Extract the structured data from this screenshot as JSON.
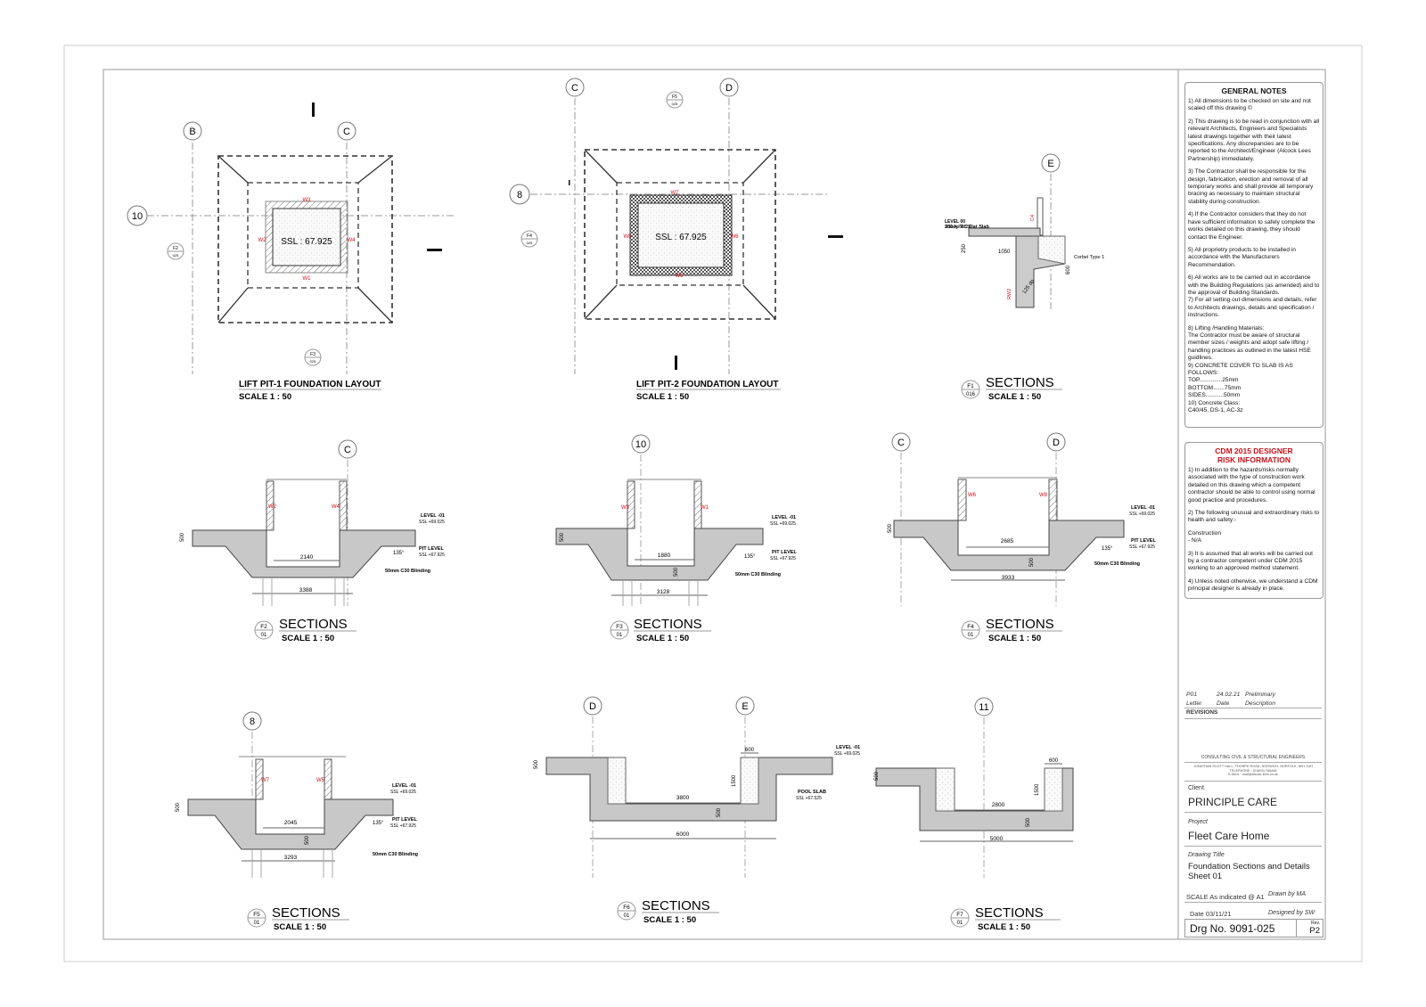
{
  "plans": {
    "pit1": {
      "title": "LIFT PIT-1 FOUNDATION LAYOUT",
      "scale": "SCALE  1 : 50",
      "ssl": "SSL : 67.925",
      "grid": {
        "b": "B",
        "c": "C",
        "row": "10"
      },
      "tags": {
        "top": "W3",
        "bottom": "W1",
        "left": "W2",
        "right": "W4"
      },
      "callouts": [
        {
          "id": "F2",
          "sheet": "025"
        },
        {
          "id": "F3",
          "sheet": "025"
        }
      ]
    },
    "pit2": {
      "title": "LIFT PIT-2 FOUNDATION LAYOUT",
      "scale": "SCALE  1 : 50",
      "ssl": "SSL : 67.925",
      "grid": {
        "c": "C",
        "d": "D",
        "row": "8"
      },
      "tags": {
        "top": "W7",
        "bottom": "W5",
        "left": "W8",
        "right": "W6"
      },
      "callouts": [
        {
          "id": "F5",
          "sheet": "025"
        },
        {
          "id": "F4",
          "sheet": "025"
        }
      ]
    }
  },
  "sections": {
    "f1": {
      "tag": "F1",
      "sheet": "016",
      "title": "SECTIONS",
      "scale": "SCALE  1 : 50",
      "grid": "E",
      "labels": [
        "200dp RC Flat Slab",
        "LEVEL 00",
        "SSL = 72.550",
        "250",
        "1050",
        "600",
        "Corbel Type 1",
        "RW2",
        "C4",
        "125 dp"
      ]
    },
    "f2": {
      "tag": "F2",
      "sheet": "01",
      "title": "SECTIONS",
      "scale": "SCALE  1 : 50",
      "grid": "C",
      "walls": [
        "W2",
        "W4"
      ],
      "level": "LEVEL -01",
      "level_ssl": "SSL +69.025",
      "pit": "PIT LEVEL",
      "pit_ssl": "SSL +67.925",
      "inner": "2140",
      "outer": "3388",
      "thk": "500",
      "angle": "135°",
      "blinding": "50mm C30 Blinding"
    },
    "f3": {
      "tag": "F3",
      "sheet": "01",
      "title": "SECTIONS",
      "scale": "SCALE  1 : 50",
      "grid": "10",
      "walls": [
        "W3",
        "W1"
      ],
      "level": "LEVEL -01",
      "level_ssl": "SSL +69.025",
      "pit": "PIT LEVEL",
      "pit_ssl": "SSL +67.925",
      "inner": "1880",
      "outer": "3128",
      "thk": "500",
      "angle": "135°",
      "blinding": "50mm C30 Blinding"
    },
    "f4": {
      "tag": "F4",
      "sheet": "01",
      "title": "SECTIONS",
      "scale": "SCALE  1 : 50",
      "grid1": "C",
      "grid2": "D",
      "walls": [
        "W6",
        "W8"
      ],
      "level": "LEVEL -01",
      "level_ssl": "SSL +69.025",
      "pit": "PIT LEVEL",
      "pit_ssl": "SSL +67.925",
      "inner": "2685",
      "outer": "3933",
      "thk": "500",
      "angle": "135°",
      "blinding": "50mm C30 Blinding"
    },
    "f5": {
      "tag": "F5",
      "sheet": "01",
      "title": "SECTIONS",
      "scale": "SCALE  1 : 50",
      "grid": "8",
      "walls": [
        "W7",
        "W5"
      ],
      "level": "LEVEL -01",
      "level_ssl": "SSL +69.025",
      "pit": "PIT LEVEL",
      "pit_ssl": "SSL +67.925",
      "inner": "2045",
      "outer": "3293",
      "thk": "500",
      "angle": "135°",
      "blinding": "50mm C30 Blinding"
    },
    "f6": {
      "tag": "F6",
      "sheet": "01",
      "title": "SECTIONS",
      "scale": "SCALE  1 : 50",
      "grid1": "D",
      "grid2": "E",
      "level": "LEVEL -01",
      "level_ssl": "SSL +69.025",
      "pool": "POOL SLAB",
      "pool_ssl": "SSL +67.525",
      "inner": "3800",
      "outer": "6000",
      "wall": "600",
      "depth": "1500",
      "thk": "500"
    },
    "f7": {
      "tag": "F7",
      "sheet": "01",
      "title": "SECTIONS",
      "scale": "SCALE  1 : 50",
      "grid": "11",
      "inner": "2800",
      "outer": "5000",
      "wall": "600",
      "depth": "1500",
      "thk": "500"
    }
  },
  "general_notes": {
    "heading": "GENERAL NOTES",
    "items": [
      "1) All dimensions to be checked on site and not scaled off this drawing ©",
      "2) This drawing is to be read in conjunction with all relevant Architects, Engineers and Specialists latest drawings together with their latest specifications. Any discrepancies are to be reported to the Architect/Engineer (Alcock Lees Partnership) immediately.",
      "3) The Contractor shall be responsible for the design, fabrication, erection and removal of all temporary works and shall provide all temporary bracing as necessary to maintain structural stability during construction.",
      "4) If the Contractor considers that they do not have sufficient information to safely complete the works detailed on this drawing, they should contact the Engineer.",
      "5) All proprietry products to be installed in accordance with the Manufacturers Recommendation.",
      "6) All works are to be carried out in accordance with the Building Regulations (as amended) and to the approval of Building Standards.\n7) For all setting out dimensions and details, refer to Architects drawings, details and specification / instructions.",
      "8) Lifting /Handling Materials:\nThe Contractor must be aware of structural member sizes / weights and adopt safe lifting / handling practices as outlined in the latest HSE guidlines.\n9) CONCRETE COVER TO SLAB IS AS FOLLOWS:\nTOP..............25mm\nBOTTOM.......75mm\nSIDES...........50mm\n10) Concrete Class:\n    C40/45, DS-1, AC-3z"
    ]
  },
  "cdm": {
    "heading": "CDM 2015 DESIGNER\nRISK INFORMATION",
    "items": [
      "1) In addition to the hazards/risks normally associated with the type of construction work detailed on this drawing which a competent contractor should be able to control using normal good practice and procedures.",
      "2) The following unusual and extraordinary risks to health and safety:-",
      "Construction\n- N/A",
      "3) It is assumed that all works will be carried out by a contractor competent under CDM 2015 working to an approved method statement.",
      "4) Unless noted otherwise, we understand a CDM principal designer is already in place."
    ]
  },
  "revisions": {
    "heading": "REVISIONS",
    "row": {
      "letter": "P01",
      "date": "24.02.21",
      "description": "Preliminary"
    },
    "captions": {
      "letter": "Letter",
      "date": "Date",
      "description": "Description"
    }
  },
  "titleblock": {
    "company": "CONSULTING CIVIL & STRUCTURAL ENGINEERS",
    "address": "JONATHAN SCOTT HALL, THORPE ROAD, NORWICH, NORFOLK, NR1 1UH\nTELEPHONE : (01603) 766448\nE-MAIL : mail@alcock-lees.co.uk",
    "client_label": "Client",
    "client": "PRINCIPLE CARE",
    "project_label": "Project",
    "project": "Fleet Care Home",
    "title_label": "Drawing Title",
    "title": "Foundation Sections and Details\nSheet 01",
    "scale": "SCALE As indicated @ A1",
    "drawn": "Drawn by  MA",
    "date": "Date  03/11/21",
    "designed": "Designed by SW",
    "drg_no": "Drg No. 9091-025",
    "rev_label": "Rev.",
    "rev": "P2"
  }
}
